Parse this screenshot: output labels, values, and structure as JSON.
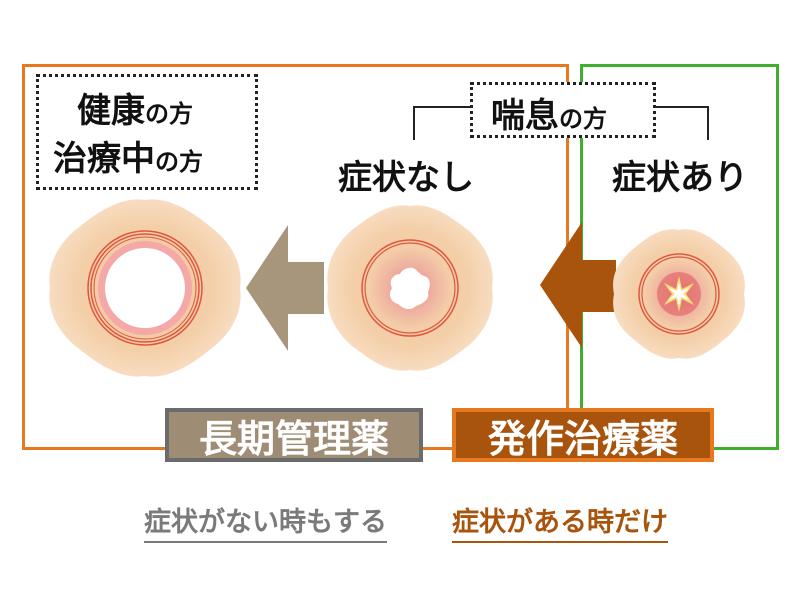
{
  "healthy_box": {
    "line1_main": "健康",
    "line1_suffix": "の方",
    "line2_main": "治療中",
    "line2_suffix": "の方"
  },
  "asthma_box": {
    "main": "喘息",
    "suffix": "の方"
  },
  "states": {
    "no_symptoms": "症状なし",
    "with_symptoms": "症状あり"
  },
  "drugs": {
    "long_term": "長期管理薬",
    "attack": "発作治療薬"
  },
  "notes": {
    "long_term": "症状がない時もする",
    "attack": "症状がある時だけ"
  },
  "colors": {
    "orange_frame": "#E8781E",
    "green_frame": "#3FAE2A",
    "long_term_drug": "#9E8C75",
    "attack_drug": "#A8540C",
    "arrow_left": "#A8967C",
    "arrow_right": "#A8540C",
    "tissue": "#F3CFA8",
    "muscle": "#E0573F"
  },
  "icons": [
    "airway-healthy-icon",
    "airway-mild-icon",
    "airway-narrowed-icon",
    "arrow-left-icon"
  ]
}
